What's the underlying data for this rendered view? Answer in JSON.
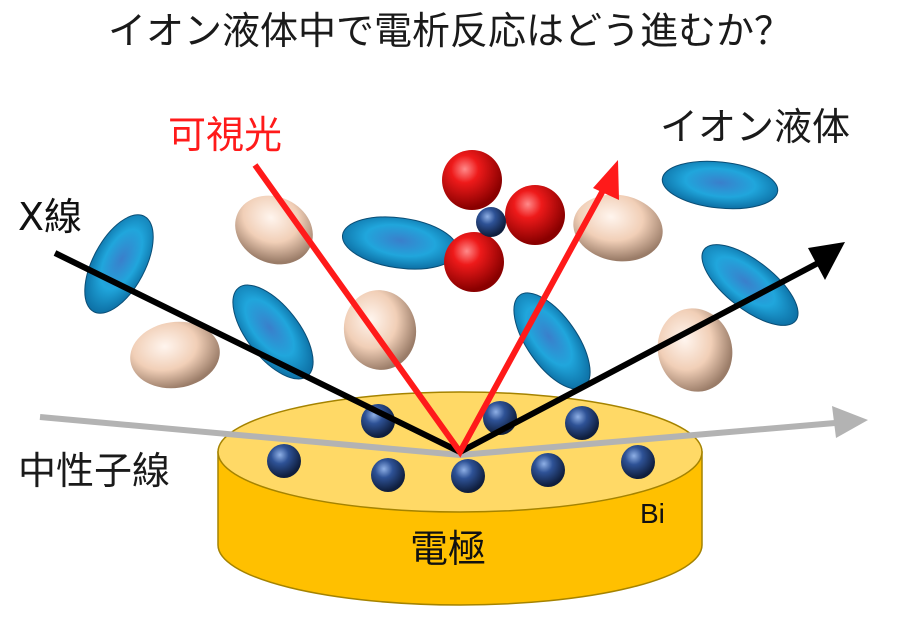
{
  "title": "イオン液体中で電析反応はどう進むか？",
  "labels": {
    "visible_light": "可視光",
    "ionic_liquid": "イオン液体",
    "xray": "X線",
    "neutron": "中性子線",
    "bi": "Bi",
    "electrode": "電極"
  },
  "colors": {
    "visible_light": "#ff1a1a",
    "xray": "#000000",
    "neutron": "#b3b3b3",
    "electrode": "#ffc000",
    "electrode_top": "#ffd966",
    "anion": "#1fa2d8",
    "cation": "#f3d4c0",
    "bi_atom": "#2e4f8f",
    "oxygen": "#e0191c"
  }
}
